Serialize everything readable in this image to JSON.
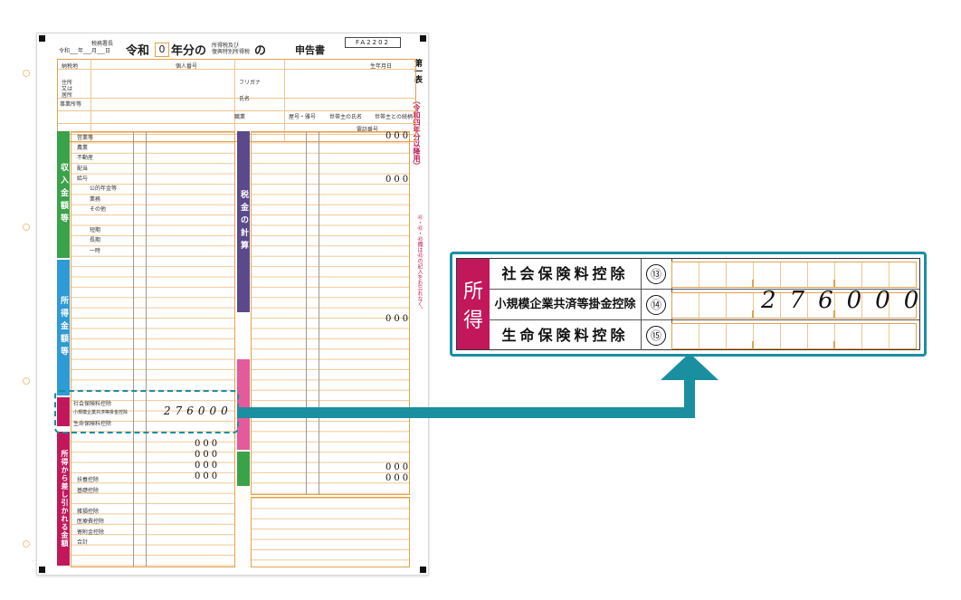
{
  "form": {
    "tax_office_label": "税務署長",
    "date_label": "令和___年___月___日",
    "title_prefix": "令和",
    "title_year": "0",
    "title_mid": "年分の",
    "title_sub1": "所得税及び",
    "title_sub2": "復興特別所得税",
    "title_suffix": "の",
    "title_end": "申告書",
    "form_code": "FA2202",
    "side_title": "第一表",
    "side_note": "（令和四年分以降用）",
    "side_note2": "㊶・㊷・㊺欄は㊸の記入をお忘れなく。",
    "header_labels": [
      "納税地",
      "住所",
      "又は",
      "居所",
      "事業所等",
      "フリガナ",
      "氏名",
      "個人番号",
      "生年月日",
      "職業",
      "屋号・雅号",
      "世帯主の氏名",
      "世帯主との続柄",
      "電話番号"
    ],
    "section_income_label": "収入金額等",
    "section_shotoku_label": "所得金額等",
    "section_tax_label": "税金の計算",
    "section_deduct_label": "所得から差し引かれる金額",
    "income_rows": [
      "営業等",
      "農業",
      "不動産",
      "配当",
      "給与",
      "公的年金等",
      "業務",
      "その他",
      "短期",
      "長期",
      "一時"
    ],
    "deduct_rows": [
      "社会保険料控除",
      "小規模企業共済等掛金控除",
      "生命保険料控除",
      "扶養控除",
      "基礎控除",
      "雑損控除",
      "医療費控除",
      "寄附金控除",
      "合計"
    ],
    "zeros": "000",
    "amount": "276000"
  },
  "zoom": {
    "category": [
      "所",
      "得"
    ],
    "rows": [
      {
        "label": "社会保険料控除",
        "num": "⑬",
        "value": ""
      },
      {
        "label": "小規模企業共済等掛金控除",
        "num": "⑭",
        "value": "276000"
      },
      {
        "label": "生命保険料控除",
        "num": "⑮",
        "value": ""
      }
    ]
  },
  "colors": {
    "accent": "#1a8fa0",
    "category_magenta": "#c2185b",
    "income_green": "#3aa34a",
    "shotoku_blue": "#2f9bd6",
    "tax_purple": "#5a4a8c",
    "grid_orange": "#e3a24c"
  }
}
